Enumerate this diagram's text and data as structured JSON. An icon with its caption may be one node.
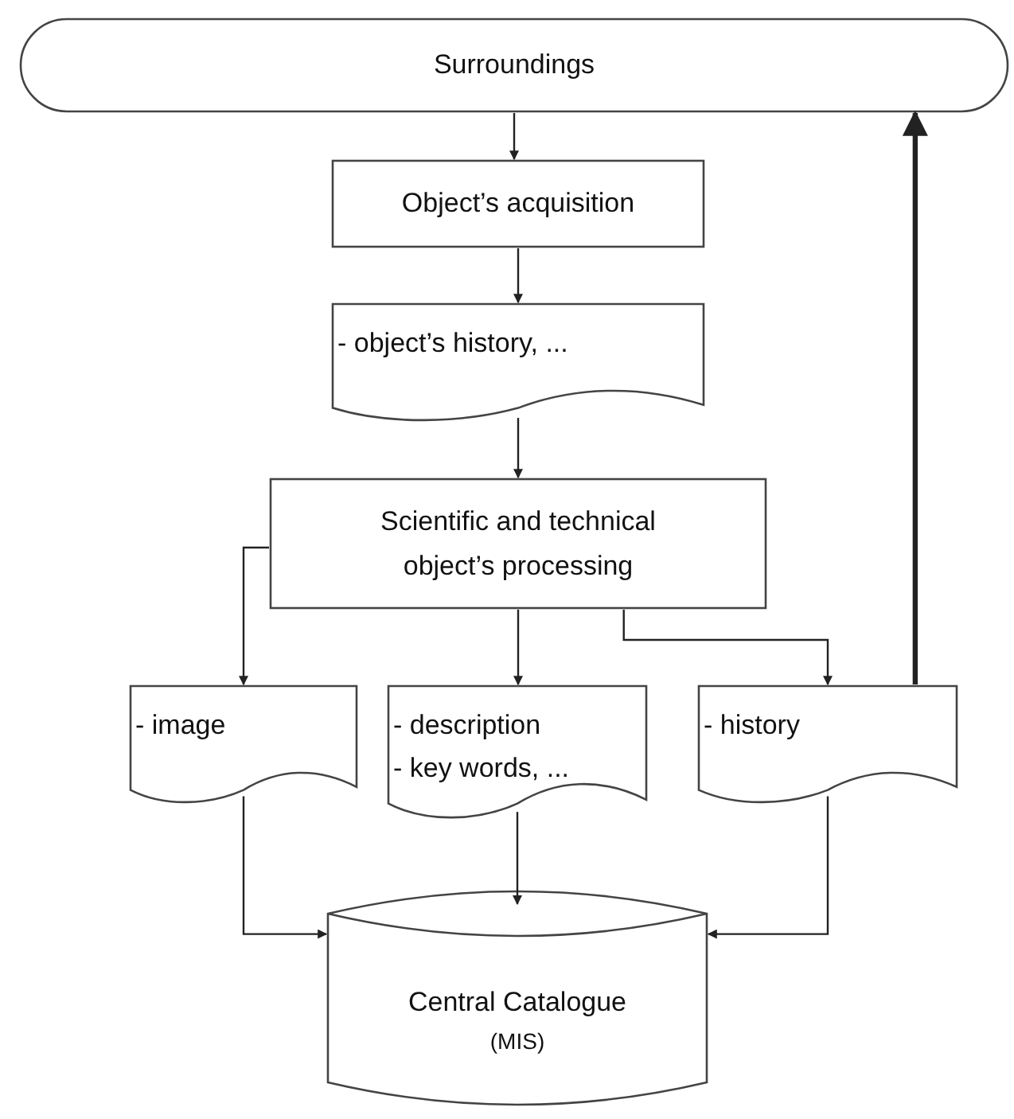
{
  "diagram": {
    "nodes": [
      {
        "text": [
          "Surroundings"
        ]
      },
      {
        "text": [
          "Object’s acquisition"
        ]
      },
      {
        "text": [
          "- object’s history, ..."
        ]
      },
      {
        "text": [
          "Scientific and technical object’s processing"
        ]
      },
      {
        "text": [
          "- image"
        ]
      },
      {
        "text": [
          "- description",
          "- key words, ..."
        ]
      },
      {
        "text": [
          "- history"
        ]
      },
      {
        "text": [
          "Central Catalogue",
          "(MIS)"
        ]
      }
    ],
    "edges": [
      {
        "from": 0,
        "to": 1,
        "arrow": "to"
      },
      {
        "from": 1,
        "to": 2,
        "arrow": "to"
      },
      {
        "from": 2,
        "to": 3,
        "arrow": "to"
      },
      {
        "from": 3,
        "to": 4,
        "arrow": "to"
      },
      {
        "from": 3,
        "to": 5,
        "arrow": "to"
      },
      {
        "from": 3,
        "to": 6,
        "arrow": "to"
      },
      {
        "from": 6,
        "to": 0,
        "arrow": "to",
        "style": "thick"
      },
      {
        "from": 4,
        "to": 7,
        "arrow": "to"
      },
      {
        "from": 5,
        "to": 7,
        "arrow": "to"
      },
      {
        "from": 6,
        "to": 7,
        "arrow": "to"
      }
    ]
  }
}
